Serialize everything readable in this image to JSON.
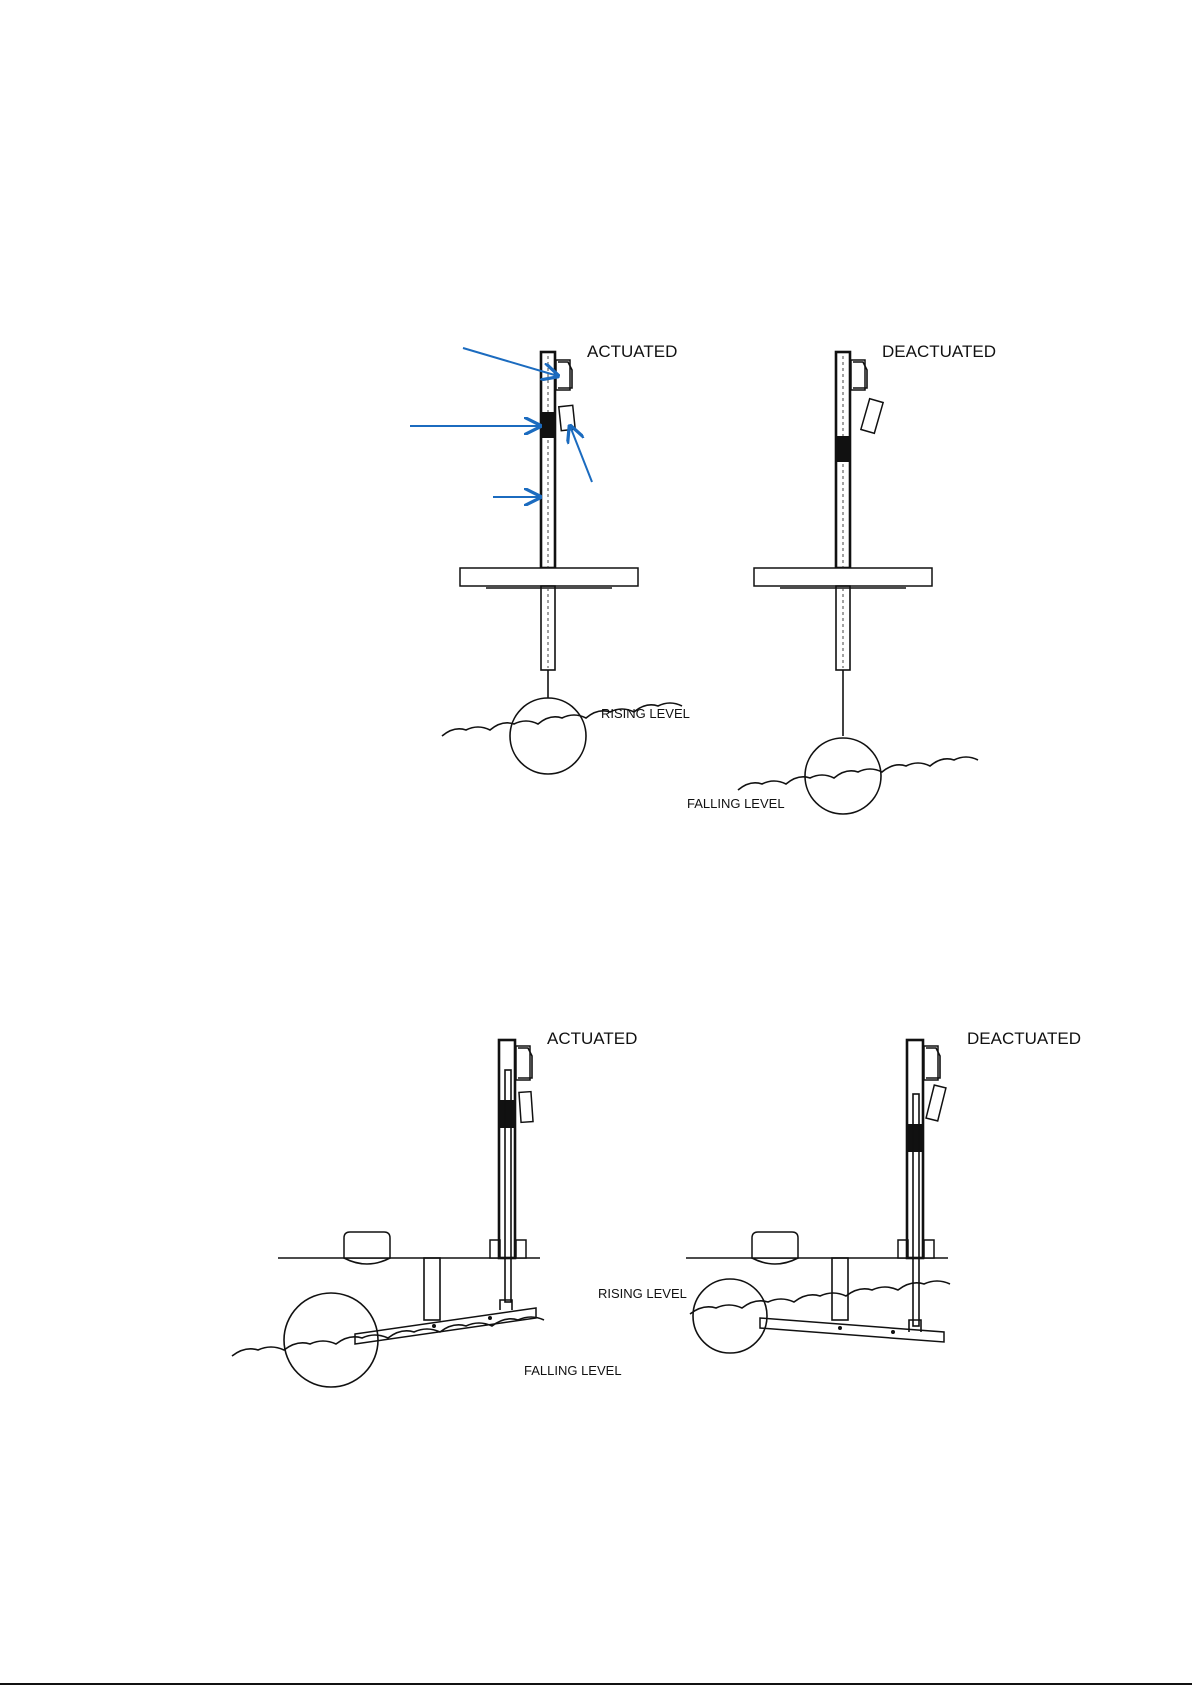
{
  "diagram": {
    "top": {
      "actuated_label": "ACTUATED",
      "deactuated_label": "DEACTUATED",
      "rising_label": "RISING LEVEL",
      "falling_label": "FALLING LEVEL"
    },
    "bottom": {
      "actuated_label": "ACTUATED",
      "deactuated_label": "DEACTUATED",
      "falling_label": "FALLING LEVEL",
      "rising_label": "RISING LEVEL"
    },
    "colors": {
      "line": "#111111",
      "callout_arrow": "#1b6bbf",
      "magnet": "#111111",
      "background": "#ffffff"
    }
  }
}
